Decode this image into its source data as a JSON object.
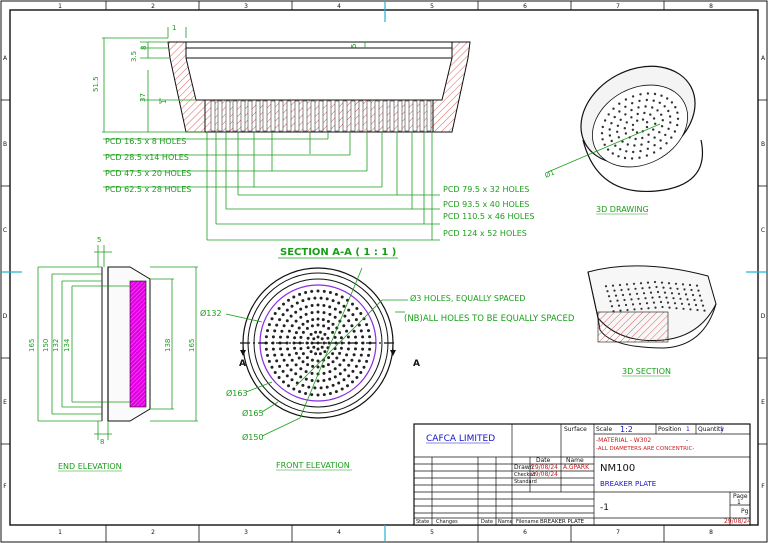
{
  "border": {
    "cols": [
      "1",
      "2",
      "3",
      "4",
      "5",
      "6",
      "7",
      "8"
    ],
    "rows": [
      "A",
      "B",
      "C",
      "D",
      "E",
      "F"
    ]
  },
  "section_aa": {
    "title": "SECTION A-A ( 1 : 1 )",
    "dims": {
      "overall_height": "51.5",
      "d35": "3.5",
      "d8": "8",
      "d37": "37",
      "top_gap": "5",
      "d1": "1"
    },
    "pcd_left": [
      "PCD 16.5 x 8 HOLES",
      "PCD 28.5 x14 HOLES",
      "PCD 47.5 x 20 HOLES",
      "PCD 62.5 x 28 HOLES"
    ],
    "pcd_right": [
      "PCD 79.5 x 32 HOLES",
      "PCD 93.5 x 40 HOLES",
      "PCD 110.5 x 46 HOLES",
      "PCD 124 x 52 HOLES"
    ]
  },
  "drawing_3d": {
    "label": "3D DRAWING",
    "dim": "Ø1"
  },
  "section_3d": {
    "label": "3D SECTION"
  },
  "end_elevation": {
    "label": "END ELEVATION",
    "dims": {
      "top": "5",
      "bottom": "8",
      "left": [
        "165",
        "150",
        "132",
        "134"
      ],
      "right": [
        "138",
        "165"
      ]
    }
  },
  "front_elevation": {
    "label": "FRONT ELEVATION",
    "notes": [
      "Ø3 HOLES, EQUALLY SPACED",
      "(NB)ALL HOLES TO BE EQUALLY SPACED"
    ],
    "dims": [
      "Ø132",
      "Ø163",
      "Ø165",
      "Ø150"
    ],
    "section_mark": "A"
  },
  "title_block": {
    "company": "CAFCA LIMITED",
    "surface_label": "Surface",
    "scale_label": "Scale",
    "scale": "1:2",
    "position_label": "Position",
    "position": "1",
    "quantity_label": "Quantity",
    "quantity": "1",
    "material": "-MATERIAL - W302",
    "note": "-ALL DIAMETERS ARE CONCENTRIC-",
    "note_dash": "-",
    "date_label": "Date",
    "name_label": "Name",
    "drawn_label": "Drawn",
    "drawn_date": "29/08/24",
    "drawn_name": "A.GPARK",
    "checked_label": "Checked",
    "checked_date": "29/08/24",
    "standard_label": "Standard",
    "part_no": "NM100",
    "part_name": "BREAKER PLATE",
    "revision": "-1",
    "page_label": "Page",
    "page": "1",
    "of_label": "Pg",
    "state_label": "State",
    "changes_label": "Changes",
    "date2_label": "Date",
    "name2_label": "Name",
    "filename_label": "Filename",
    "filename": "BREAKER PLATE",
    "footer_date": "29/08/24"
  }
}
